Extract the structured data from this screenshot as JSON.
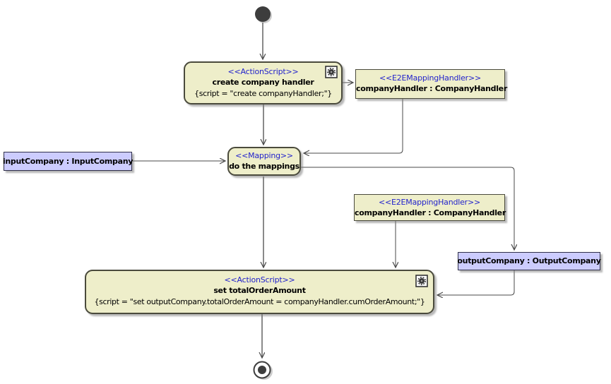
{
  "colors": {
    "action_fill": "#eeeeca",
    "action_border": "#4a4a3c",
    "object_fill": "#ccccfe",
    "object_border": "#30304a",
    "stereotype_text": "#2222cc",
    "edge": "#4a4a4a",
    "node_fill_dark": "#3d3d3d"
  },
  "nodes": {
    "create_action": {
      "stereotype": "<<ActionScript>>",
      "name": "create company handler",
      "script": "{script = \"create companyHandler;\"}"
    },
    "handler1": {
      "stereotype": "<<E2EMappingHandler>>",
      "name": "companyHandler : CompanyHandler"
    },
    "mapping": {
      "stereotype": "<<Mapping>>",
      "name": "do the mappings"
    },
    "input_object": {
      "name": "inputCompany : InputCompany"
    },
    "handler2": {
      "stereotype": "<<E2EMappingHandler>>",
      "name": "companyHandler : CompanyHandler"
    },
    "output_object": {
      "name": "outputCompany : OutputCompany"
    },
    "set_action": {
      "stereotype": "<<ActionScript>>",
      "name": "set totalOrderAmount",
      "script": "{script = \"set outputCompany.totalOrderAmount = companyHandler.cumOrderAmount;\"}"
    }
  }
}
